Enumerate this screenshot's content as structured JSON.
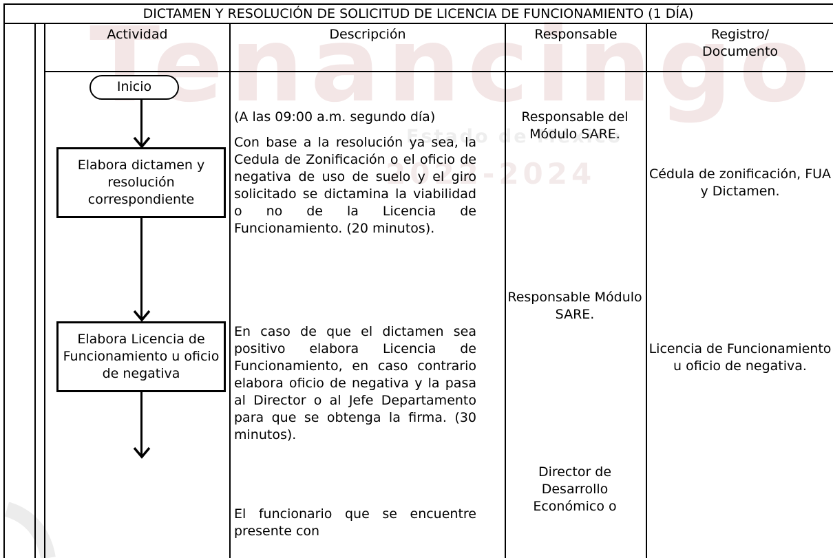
{
  "title": "DICTAMEN Y RESOLUCIÓN DE SOLICITUD DE LICENCIA DE FUNCIONAMIENTO (1 DÍA)",
  "watermark": {
    "main": "Tenancingo",
    "sub": "Estado de México",
    "years": "2022-2024"
  },
  "headers": {
    "activity": "Actividad",
    "description": "Descripción",
    "responsible": "Responsable",
    "record": "Registro/\nDocumento"
  },
  "flow": {
    "start": "Inicio",
    "step1": "Elabora dictamen y resolución correspondiente",
    "step2": "Elabora Licencia de Funcionamiento u oficio de negativa"
  },
  "description": {
    "p1": "(A las 09:00 a.m. segundo día)",
    "p2": "Con base a la resolución ya sea, la Cedula de Zonificación o el oficio de negativa de uso de suelo y el giro solicitado se dictamina la viabilidad o no de la Licencia de Funcionamiento. (20 minutos).",
    "p3": "En caso de que el dictamen sea positivo elabora Licencia de Funcionamiento, en caso contrario elabora oficio de negativa y la pasa al Director o al Jefe Departamento para que se obtenga la firma. (30 minutos).",
    "p4": "El funcionario que se encuentre presente con"
  },
  "responsible": {
    "r1": "Responsable del Módulo SARE.",
    "r2": "Responsable Módulo SARE.",
    "r3": "Director de Desarrollo Económico o"
  },
  "records": {
    "d1": "Cédula de zonificación, FUA y Dictamen.",
    "d2": "Licencia de Funcionamiento u oficio de negativa."
  }
}
